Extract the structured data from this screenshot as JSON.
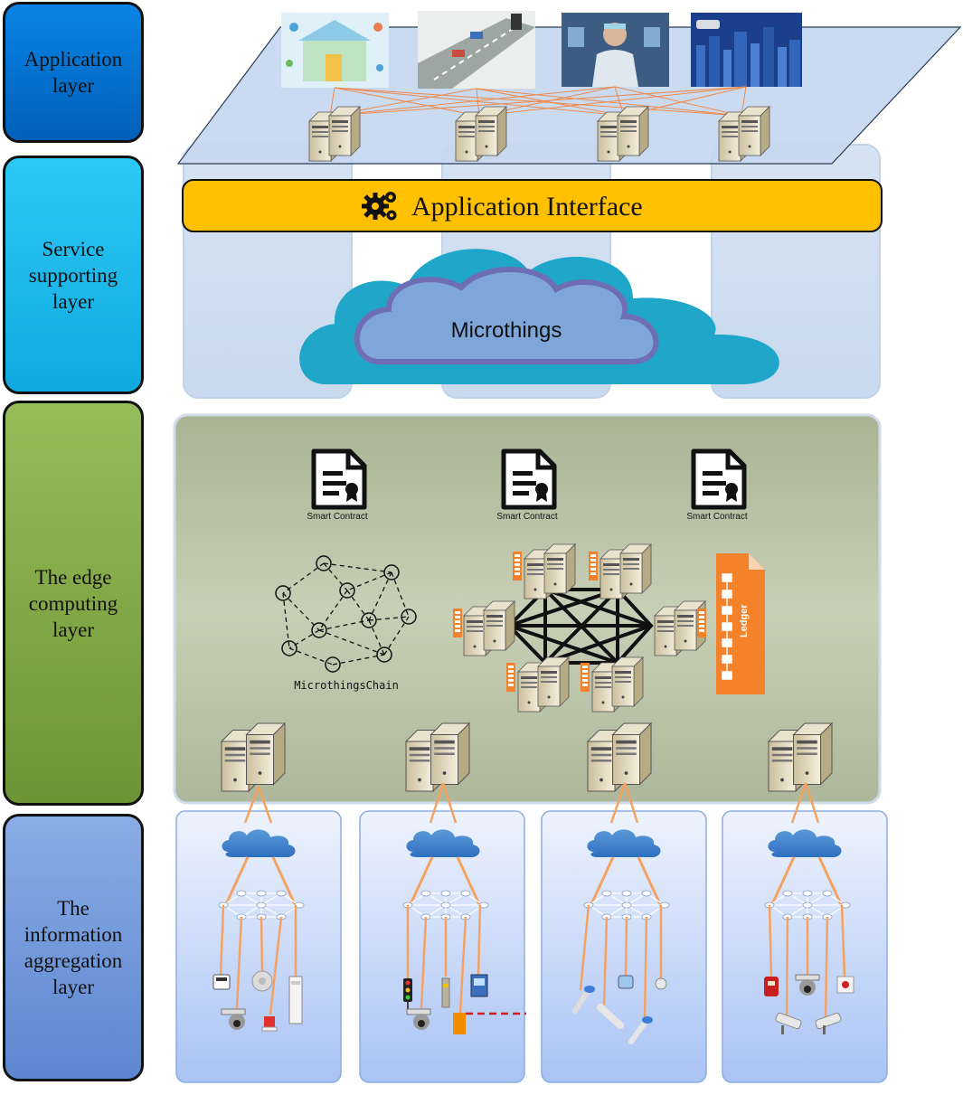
{
  "layers": {
    "application": "Application layer",
    "service": "Service supporting layer",
    "edge": "The edge computing layer",
    "information": "The information aggregation layer"
  },
  "application_interface": "Application Interface",
  "cloud_label": "Microthings",
  "smart_contract_label": "Smart Contract",
  "chain_label": "MicrothingsChain",
  "ledger_label": "Ledger",
  "icons": {
    "gear": "gears-icon",
    "server": "server-icon",
    "document": "smart-contract-icon",
    "cloud": "cloud-icon",
    "devices": [
      "smart-meter-icon",
      "camera-icon",
      "smoke-detector-icon",
      "alarm-icon",
      "air-conditioner-icon",
      "traffic-light-icon",
      "gate-barrier-icon",
      "thermometer-icon",
      "scanner-icon"
    ]
  },
  "colors": {
    "interface_bar": "#ffc000",
    "cloud_outer": "#1fa8c9",
    "cloud_inner": "#7ea8d8",
    "edge_panel": "#b6c0a4",
    "ledger": "#f3822a",
    "link": "#f4a261"
  }
}
